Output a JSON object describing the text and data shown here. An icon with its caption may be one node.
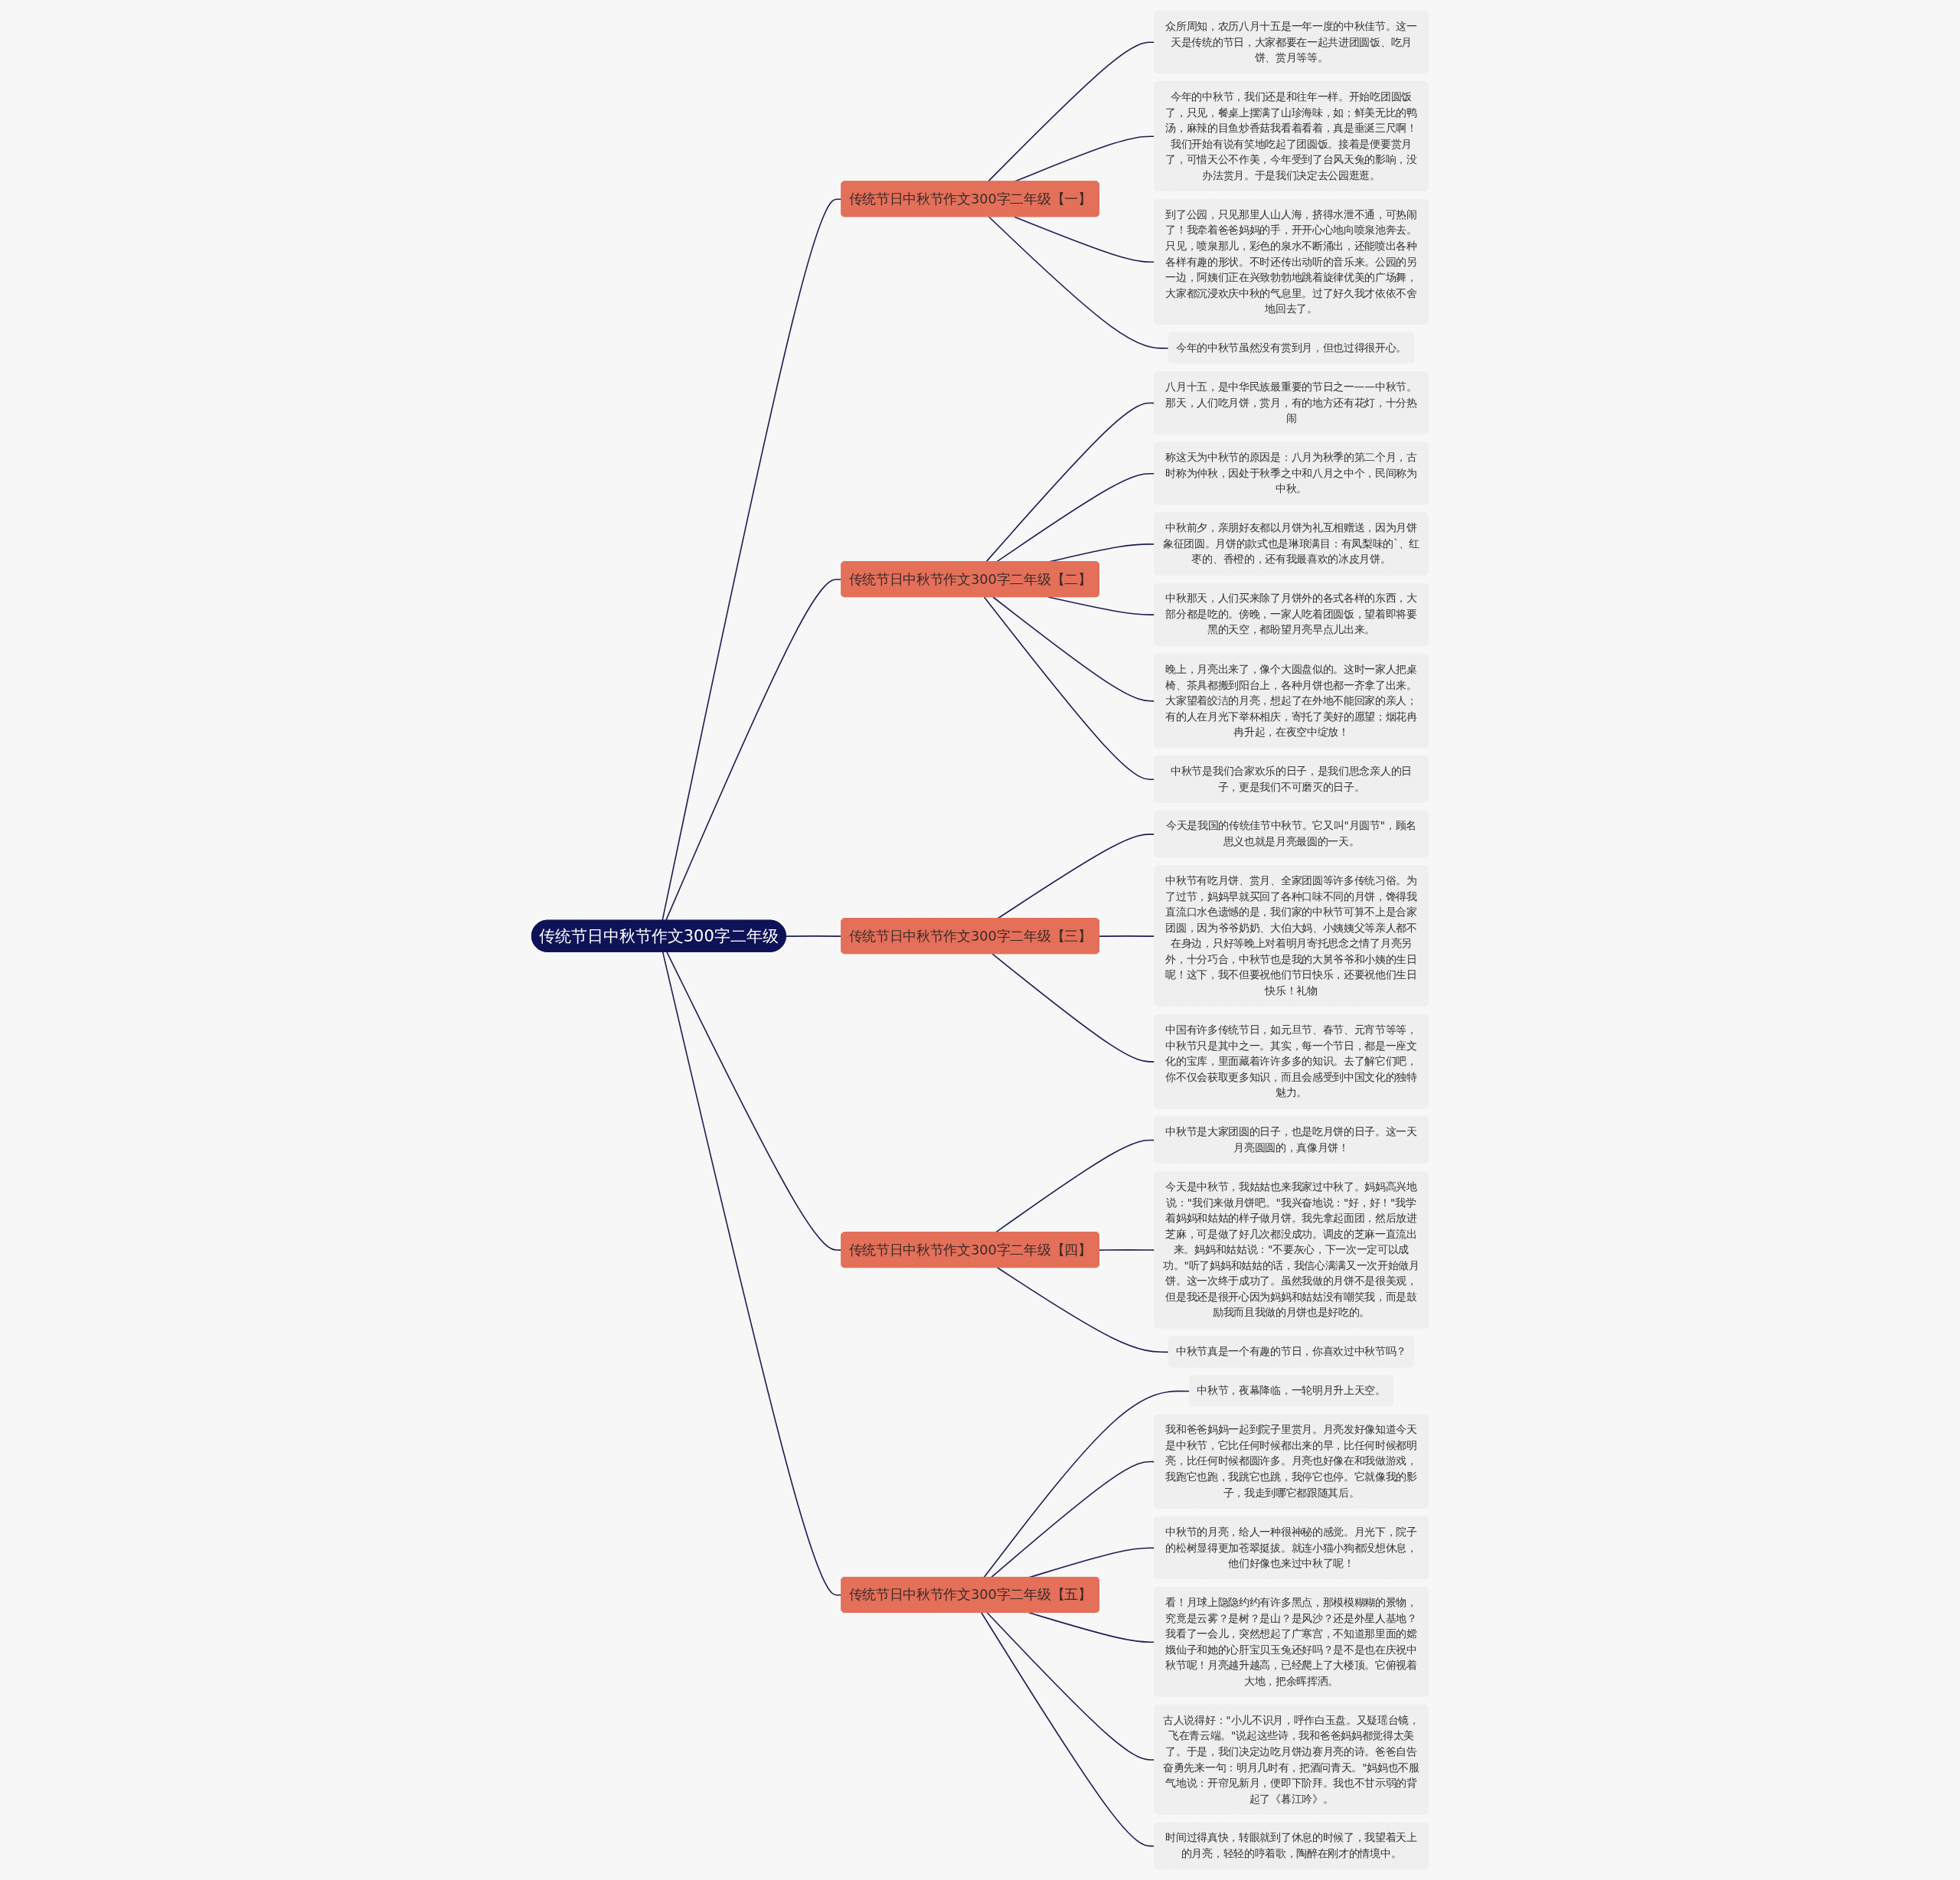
{
  "diagram": {
    "nodes": [
      {
        "text": [
          "传统节日中秋节作文300字二年级"
        ]
      },
      {
        "text": [
          "传统节日中秋节作文300字二年级【一】"
        ]
      },
      {
        "text": [
          "众所周知，农历八月十五是一年一度的中秋佳节。这一天是传统的节日，大家都要在一起共进团圆饭、吃月饼、赏月等等。"
        ]
      },
      {
        "text": [
          "今年的中秋节，我们还是和往年一样。开始吃团圆饭了，只见，餐桌上摆满了山珍海味，如；鲜美无比的鸭汤，麻辣的目鱼炒香菇我看着看着，真是垂涎三尺啊！我们开始有说有笑地吃起了团圆饭。接着是便要赏月了，可惜天公不作美，今年受到了台风天兔的影响，没办法赏月。于是我们决定去公园逛逛。"
        ]
      },
      {
        "text": [
          "到了公园，只见那里人山人海，挤得水泄不通，可热闹了！我牵着爸爸妈妈的手，开开心心地向喷泉池奔去。只见，喷泉那儿，彩色的泉水不断涌出，还能喷出各种各样有趣的形状。不时还传出动听的音乐来。公园的另一边，阿姨们正在兴致勃勃地跳着旋律优美的广场舞，大家都沉浸欢庆中秋的气息里。过了好久我才依依不舍地回去了。"
        ]
      },
      {
        "text": [
          "今年的中秋节虽然没有赏到月，但也过得很开心。"
        ]
      },
      {
        "text": [
          "传统节日中秋节作文300字二年级【二】"
        ]
      },
      {
        "text": [
          "八月十五，是中华民族最重要的节日之一——中秋节。那天，人们吃月饼，赏月，有的地方还有花灯，十分热闹"
        ]
      },
      {
        "text": [
          "称这天为中秋节的原因是：八月为秋季的第二个月，古时称为仲秋，因处于秋季之中和八月之中个，民间称为中秋。"
        ]
      },
      {
        "text": [
          "中秋前夕，亲朋好友都以月饼为礼互相赠送，因为月饼象征团圆。月饼的款式也是琳琅满目：有凤梨味的`、红枣的、香橙的，还有我最喜欢的冰皮月饼。"
        ]
      },
      {
        "text": [
          "中秋那天，人们买来除了月饼外的各式各样的东西，大部分都是吃的。傍晚，一家人吃着团圆饭，望着即将要黑的天空，都盼望月亮早点儿出来。"
        ]
      },
      {
        "text": [
          "晚上，月亮出来了，像个大圆盘似的。这时一家人把桌椅、茶具都搬到阳台上，各种月饼也都一齐拿了出来。大家望着皎洁的月亮，想起了在外地不能回家的亲人；有的人在月光下举杯相庆，寄托了美好的愿望；烟花冉冉升起，在夜空中绽放！"
        ]
      },
      {
        "text": [
          "中秋节是我们合家欢乐的日子，是我们思念亲人的日子，更是我们不可磨灭的日子。"
        ]
      },
      {
        "text": [
          "传统节日中秋节作文300字二年级【三】"
        ]
      },
      {
        "text": [
          "今天是我国的传统佳节中秋节。它又叫\"月圆节\"，顾名思义也就是月亮最圆的一天。"
        ]
      },
      {
        "text": [
          "中秋节有吃月饼、赏月、全家团圆等许多传统习俗。为了过节，妈妈早就买回了各种口味不同的月饼，馋得我直流口水色遗憾的是，我们家的中秋节可算不上是合家团圆，因为爷爷奶奶、大伯大妈、小姨姨父等亲人都不在身边，只好等晚上对着明月寄托思念之情了月亮另外，十分巧合，中秋节也是我的大舅爷爷和小姨的生日呢！这下，我不但要祝他们节日快乐，还要祝他们生日快乐！礼物"
        ]
      },
      {
        "text": [
          "中国有许多传统节日，如元旦节、春节、元宵节等等，中秋节只是其中之一。其实，每一个节日，都是一座文化的宝库，里面藏着许许多多的知识。去了解它们吧，你不仅会获取更多知识，而且会感受到中国文化的独特魅力。"
        ]
      },
      {
        "text": [
          "传统节日中秋节作文300字二年级【四】"
        ]
      },
      {
        "text": [
          "中秋节是大家团圆的日子，也是吃月饼的日子。这一天月亮圆圆的，真像月饼！"
        ]
      },
      {
        "text": [
          "今天是中秋节，我姑姑也来我家过中秋了。妈妈高兴地说：\"我们来做月饼吧。\"我兴奋地说：\"好，好！\"我学着妈妈和姑姑的样子做月饼。我先拿起面团，然后放进芝麻，可是做了好几次都没成功。调皮的芝麻一直流出来。妈妈和姑姑说：\"不要灰心，下一次一定可以成功。\"听了妈妈和姑姑的话，我信心满满又一次开始做月饼。这一次终于成功了。虽然我做的月饼不是很美观，但是我还是很开心因为妈妈和姑姑没有嘲笑我，而是鼓励我而且我做的月饼也是好吃的。"
        ]
      },
      {
        "text": [
          "中秋节真是一个有趣的节日，你喜欢过中秋节吗？"
        ]
      },
      {
        "text": [
          "传统节日中秋节作文300字二年级【五】"
        ]
      },
      {
        "text": [
          "中秋节，夜幕降临，一轮明月升上天空。"
        ]
      },
      {
        "text": [
          "我和爸爸妈妈一起到院子里赏月。月亮发好像知道今天是中秋节，它比任何时候都出来的早，比任何时候都明亮，比任何时候都圆许多。月亮也好像在和我做游戏，我跑它也跑，我跳它也跳，我停它也停。它就像我的影子，我走到哪它都跟随其后。"
        ]
      },
      {
        "text": [
          "中秋节的月亮，给人一种很神秘的感觉。月光下，院子的松树显得更加苍翠挺拔。就连小猫小狗都没想休息，他们好像也来过中秋了呢！"
        ]
      },
      {
        "text": [
          "看！月球上隐隐约约有许多黑点，那模模糊糊的景物，究竟是云雾？是树？是山？是风沙？还是外星人基地？我看了一会儿，突然想起了广寒宫，不知道那里面的嫦娥仙子和她的心肝宝贝玉兔还好吗？是不是也在庆祝中秋节呢！月亮越升越高，已经爬上了大楼顶。它俯视着大地，把余晖挥洒。"
        ]
      },
      {
        "text": [
          "古人说得好：\"小儿不识月，呼作白玉盘。又疑瑶台镜，飞在青云端。\"说起这些诗，我和爸爸妈妈都觉得太美了。于是，我们决定边吃月饼边赛月亮的诗。爸爸自告奋勇先来一句：明月几时有，把酒问青天。\"妈妈也不服气地说：开帘见新月，便即下阶拜。我也不甘示弱的背起了《暮江吟》。"
        ]
      },
      {
        "text": [
          "时间过得真快，转眼就到了休息的时候了，我望着天上的月亮，轻轻的哼着歌，陶醉在刚才的情境中。"
        ]
      }
    ],
    "edges": [
      {
        "from": 0,
        "to": 1,
        "arrow": "none"
      },
      {
        "from": 1,
        "to": 2,
        "arrow": "none"
      },
      {
        "from": 1,
        "to": 3,
        "arrow": "none"
      },
      {
        "from": 1,
        "to": 4,
        "arrow": "none"
      },
      {
        "from": 1,
        "to": 5,
        "arrow": "none"
      },
      {
        "from": 0,
        "to": 6,
        "arrow": "none"
      },
      {
        "from": 6,
        "to": 7,
        "arrow": "none"
      },
      {
        "from": 6,
        "to": 8,
        "arrow": "none"
      },
      {
        "from": 6,
        "to": 9,
        "arrow": "none"
      },
      {
        "from": 6,
        "to": 10,
        "arrow": "none"
      },
      {
        "from": 6,
        "to": 11,
        "arrow": "none"
      },
      {
        "from": 6,
        "to": 12,
        "arrow": "none"
      },
      {
        "from": 0,
        "to": 13,
        "arrow": "none"
      },
      {
        "from": 13,
        "to": 14,
        "arrow": "none"
      },
      {
        "from": 13,
        "to": 15,
        "arrow": "none"
      },
      {
        "from": 13,
        "to": 16,
        "arrow": "none"
      },
      {
        "from": 0,
        "to": 17,
        "arrow": "none"
      },
      {
        "from": 17,
        "to": 18,
        "arrow": "none"
      },
      {
        "from": 17,
        "to": 19,
        "arrow": "none"
      },
      {
        "from": 17,
        "to": 20,
        "arrow": "none"
      },
      {
        "from": 0,
        "to": 21,
        "arrow": "none"
      },
      {
        "from": 21,
        "to": 22,
        "arrow": "none"
      },
      {
        "from": 21,
        "to": 23,
        "arrow": "none"
      },
      {
        "from": 21,
        "to": 24,
        "arrow": "none"
      },
      {
        "from": 21,
        "to": 25,
        "arrow": "none"
      },
      {
        "from": 21,
        "to": 26,
        "arrow": "none"
      },
      {
        "from": 21,
        "to": 27,
        "arrow": "none"
      }
    ]
  }
}
